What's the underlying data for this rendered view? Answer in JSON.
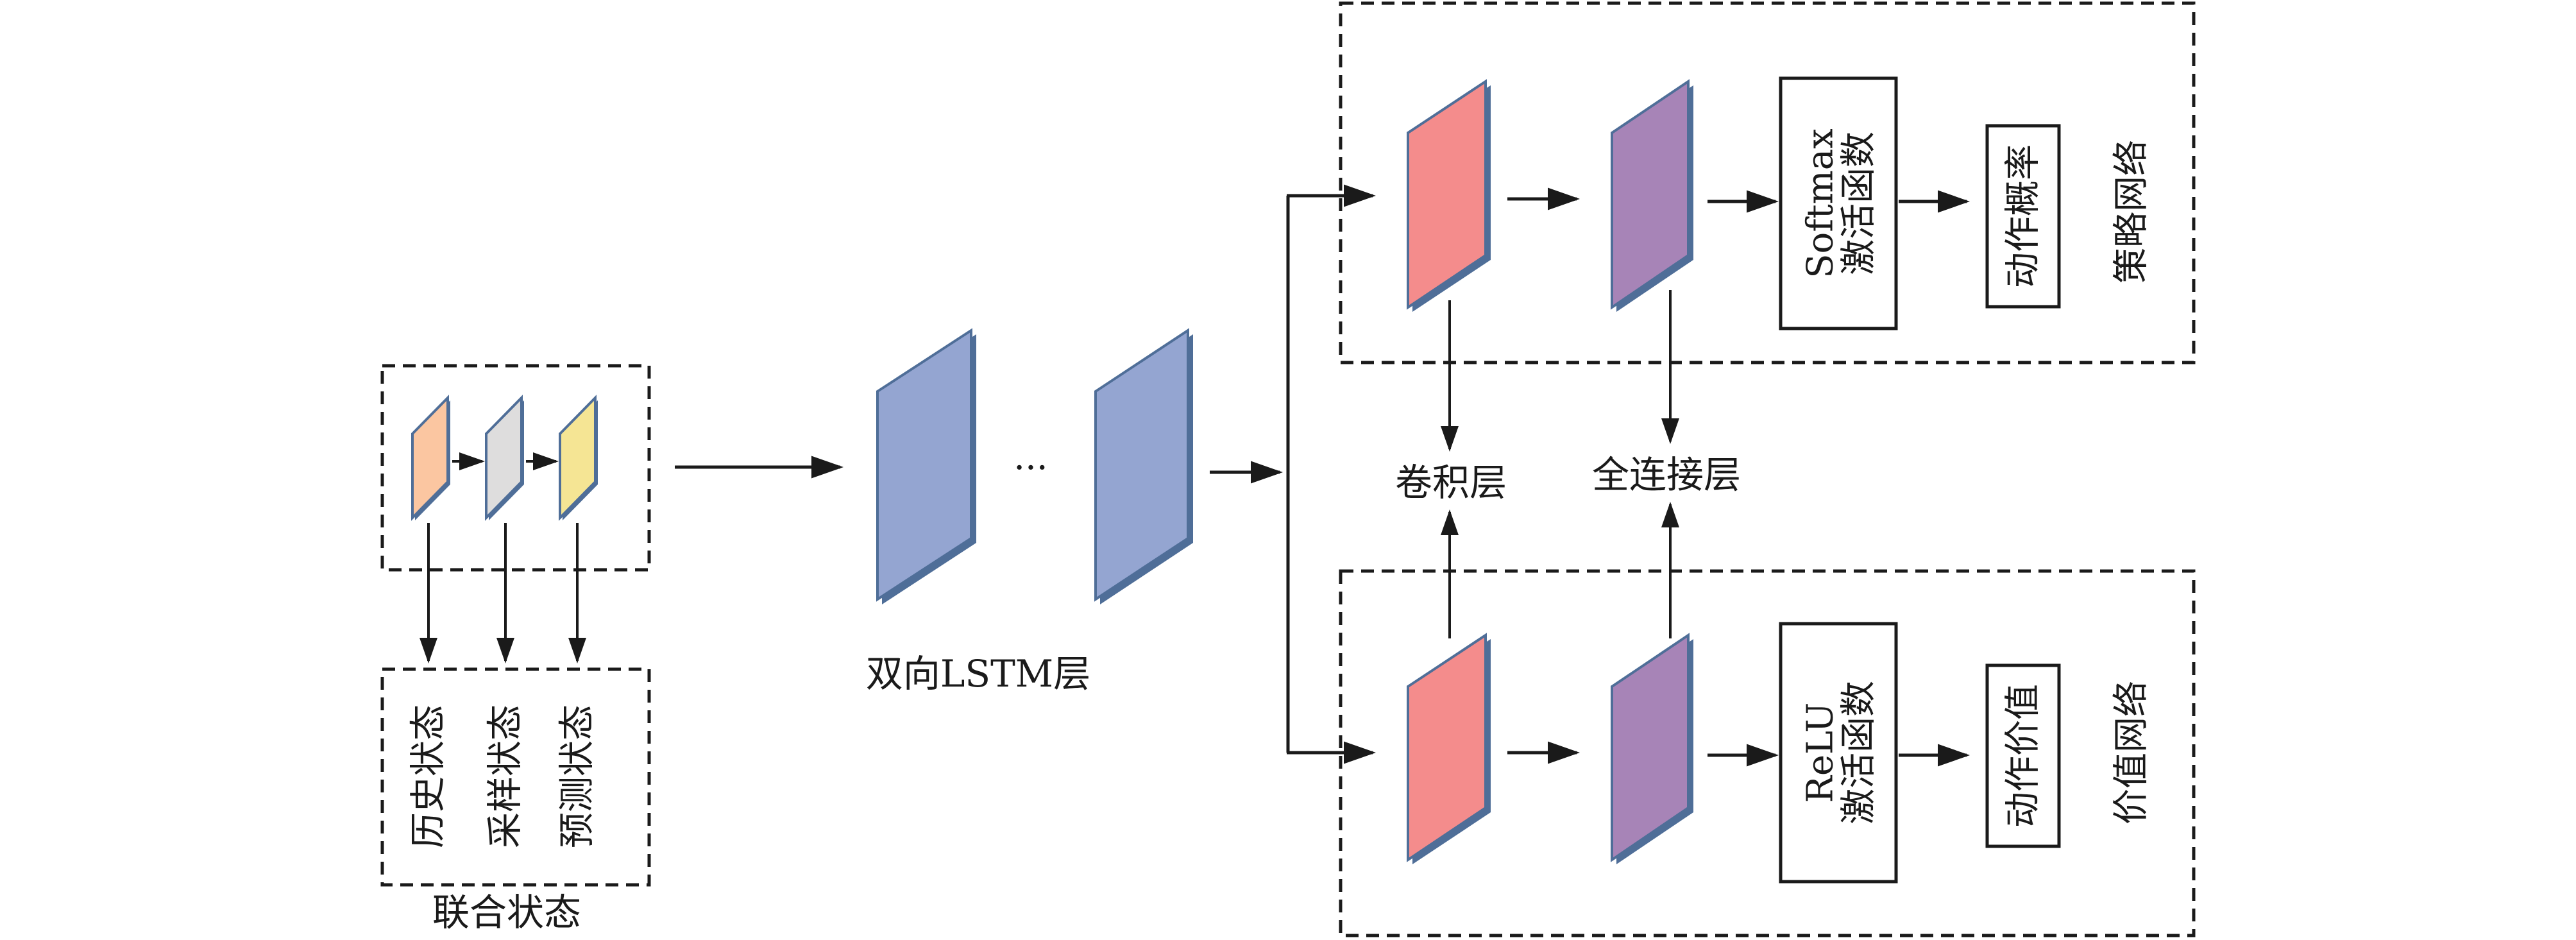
{
  "joint_state": {
    "title": "联合状态",
    "items": [
      {
        "label": "历史状态",
        "color": "#FBC6A1"
      },
      {
        "label": "采样状态",
        "color": "#DEDDDD"
      },
      {
        "label": "预测状态",
        "color": "#F5E594"
      }
    ]
  },
  "lstm": {
    "label": "双向LSTM层",
    "ellipsis": "···",
    "color": "#94A5D1"
  },
  "shared": {
    "conv_label": "卷积层",
    "fc_label": "全连接层"
  },
  "policy_net": {
    "title": "策略网络",
    "activation_name": "Softmax",
    "activation_label": "激活函数",
    "output_label": "动作概率"
  },
  "value_net": {
    "title": "价值网络",
    "activation_name": "ReLU",
    "activation_label": "激活函数",
    "output_label": "动作价值"
  },
  "colors": {
    "conv": "#F48C8C",
    "fc": "#A784B7",
    "edge": "#4F6E98",
    "line": "#1a1a1a"
  }
}
